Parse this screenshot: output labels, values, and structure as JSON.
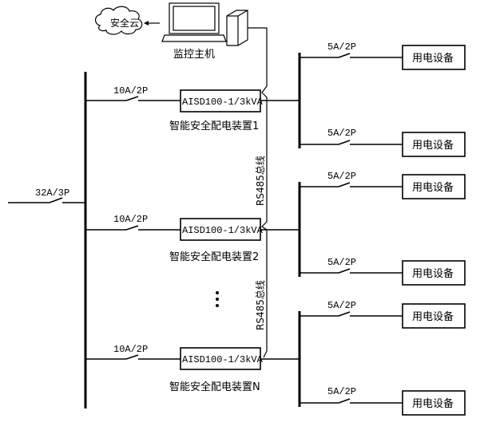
{
  "cloud_label": "安全云",
  "monitor_label": "监控主机",
  "main_breaker": "32A/3P",
  "feeder_breaker": "10A/2P",
  "branch_breaker": "5A/2P",
  "device_model": "AISD100-1/3kVA",
  "devices": [
    {
      "name": "智能安全配电装置1"
    },
    {
      "name": "智能安全配电装置2"
    },
    {
      "name": "智能安全配电装置N"
    }
  ],
  "load_label": "用电设备",
  "bus_label": "RS485总线",
  "ellipsis": "⋮"
}
